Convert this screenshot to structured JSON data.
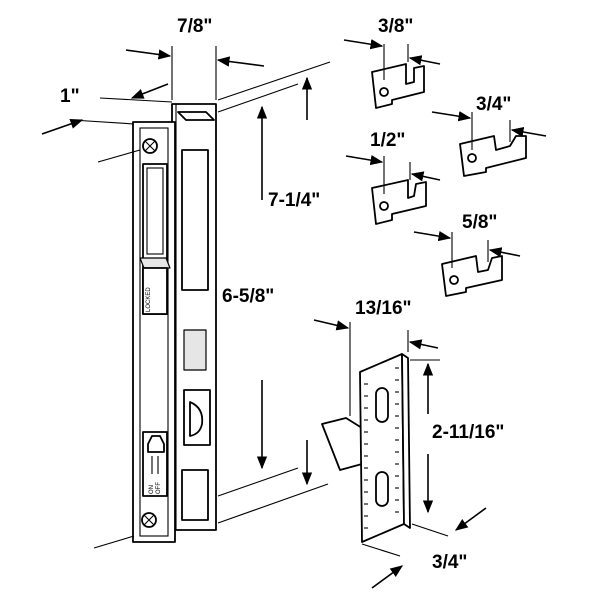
{
  "dimensions": {
    "body_depth": "7/8\"",
    "plate_width": "1\"",
    "overall_height": "7-1/4\"",
    "hole_spacing": "6-5/8\"",
    "keeper_depth": "13/16\"",
    "keeper_height": "2-11/16\"",
    "keeper_width": "3/4\"",
    "hook_a": "3/8\"",
    "hook_b": "3/4\"",
    "hook_c": "1/2\"",
    "hook_d": "5/8\""
  },
  "labels": {
    "locked": "LOCKED",
    "on": "ON",
    "off": "OFF"
  }
}
